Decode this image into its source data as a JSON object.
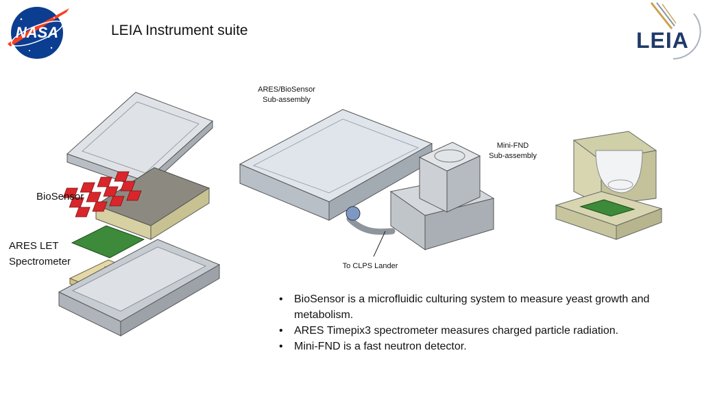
{
  "header": {
    "title": "LEIA Instrument suite",
    "nasa_logo_text": "NASA",
    "leia_logo_text": "LEIA"
  },
  "figure": {
    "label_biosensor": "BioSensor",
    "label_ares_line1": "ARES LET",
    "label_ares_line2": "Spectrometer",
    "callout_ares_biosensor_line1": "ARES/BioSensor",
    "callout_ares_biosensor_line2": "Sub-assembly",
    "callout_minifnd_line1": "Mini-FND",
    "callout_minifnd_line2": "Sub-assembly",
    "callout_clps": "To CLPS Lander"
  },
  "bullets": [
    "BioSensor is a microfluidic culturing system to measure yeast growth and metabolism.",
    "ARES Timepix3 spectrometer measures charged particle radiation.",
    "Mini-FND is a fast neutron detector."
  ],
  "colors": {
    "nasa_blue": "#0b3d91",
    "nasa_red": "#fc3d21",
    "leia_navy": "#1f3a68",
    "biosensor_red": "#d8262c",
    "pcb_green": "#3d8a3a"
  }
}
